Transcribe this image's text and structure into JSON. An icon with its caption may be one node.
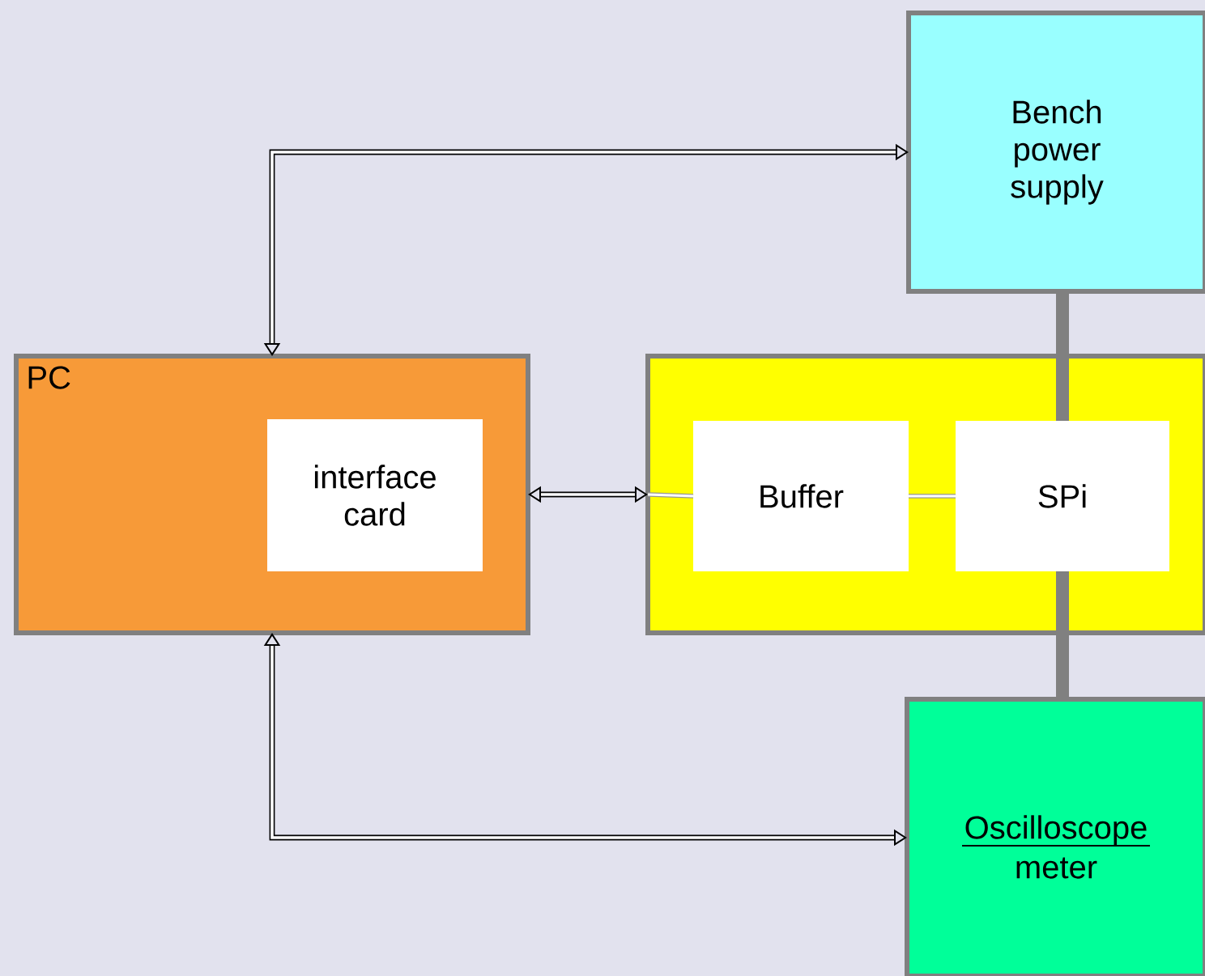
{
  "diagram": {
    "nodes": [
      {
        "text": [
          "PC"
        ]
      },
      {
        "text": [
          "interface card"
        ],
        "in": 0
      },
      {
        "text": [],
        "shape": "box"
      },
      {
        "text": [
          "Buffer"
        ],
        "in": 2
      },
      {
        "text": [
          "SPi"
        ],
        "in": 2
      },
      {
        "text": [
          "Bench power supply"
        ]
      },
      {
        "text": [
          "Oscilloscope",
          "meter"
        ]
      }
    ],
    "edges": [
      {
        "from": 0,
        "to": 5,
        "arrow": "both"
      },
      {
        "from": 0,
        "to": 2,
        "arrow": "both"
      },
      {
        "from": 2,
        "to": 3,
        "arrow": "none",
        "color": "#969696"
      },
      {
        "from": 3,
        "to": 4,
        "arrow": "none",
        "color": "#969696"
      },
      {
        "from": 5,
        "to": 4,
        "arrow": "none",
        "style": "thick",
        "color": "#808080"
      },
      {
        "from": 4,
        "to": 6,
        "arrow": "none",
        "style": "thick",
        "color": "#808080"
      },
      {
        "from": 0,
        "to": 6,
        "arrow": "both"
      }
    ]
  }
}
